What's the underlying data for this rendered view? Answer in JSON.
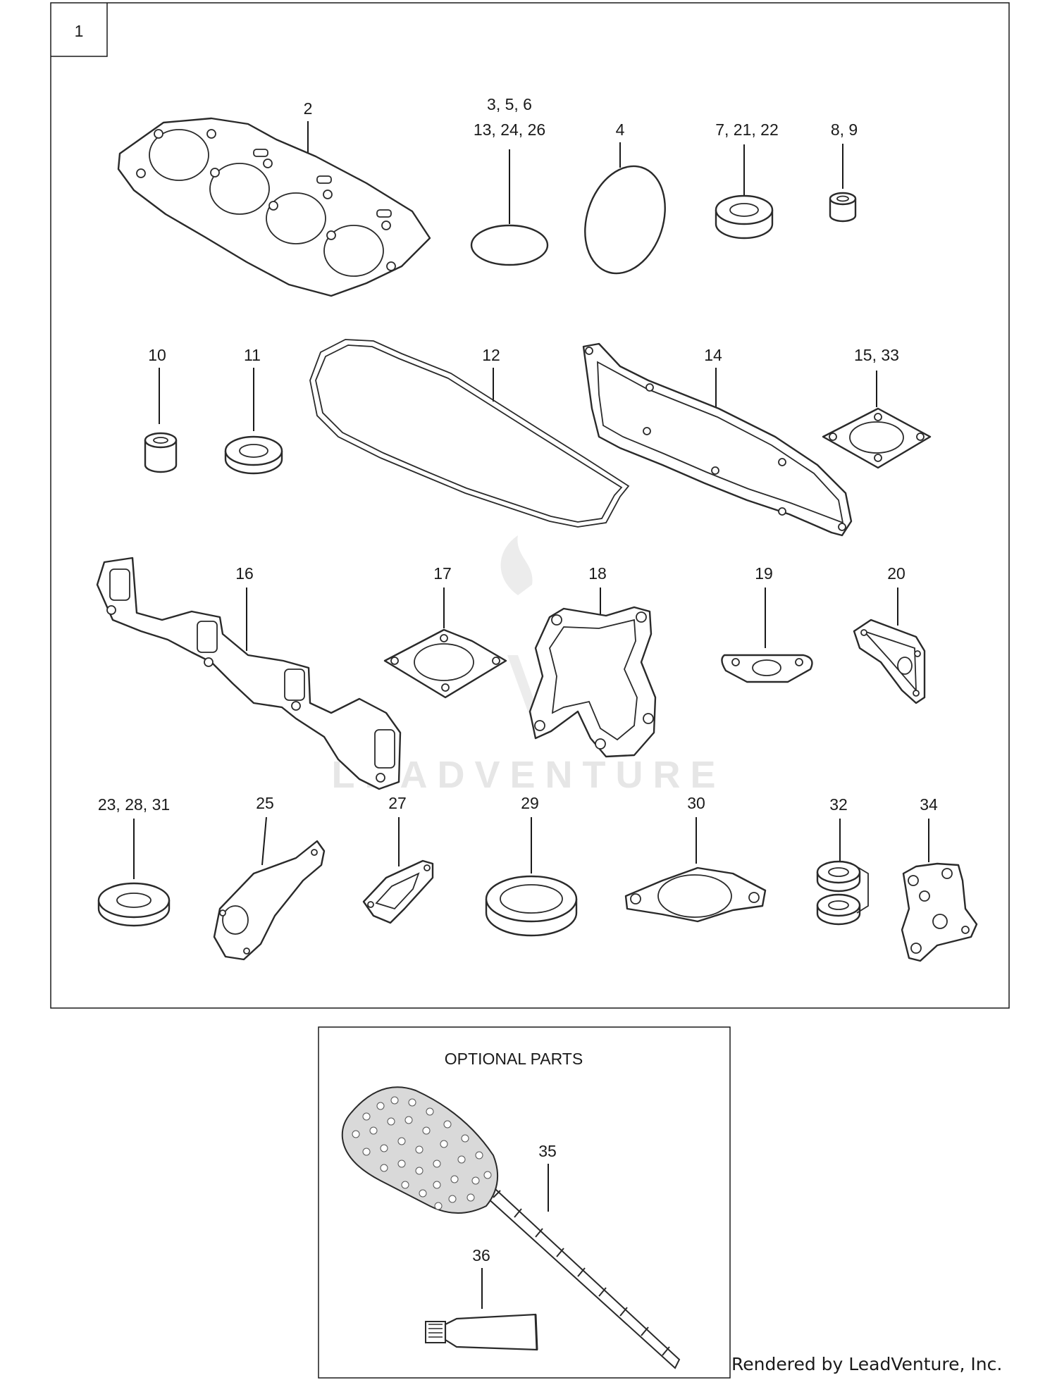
{
  "main_box_label": "1",
  "callouts": {
    "c2": "2",
    "c3_line1": "3,  5,  6",
    "c3_line2": "13, 24, 26",
    "c4": "4",
    "c7": "7,  21, 22",
    "c8": "8, 9",
    "c10": "10",
    "c11": "11",
    "c12": "12",
    "c14": "14",
    "c15": "15, 33",
    "c16": "16",
    "c17": "17",
    "c18": "18",
    "c19": "19",
    "c20": "20",
    "c23": "23,  28,  31",
    "c25": "25",
    "c27": "27",
    "c29": "29",
    "c30": "30",
    "c32": "32",
    "c34": "34",
    "c35": "35",
    "c36": "36"
  },
  "optional_title": "OPTIONAL  PARTS",
  "watermark": "LEADVENTURE",
  "footer": "Rendered by LeadVenture, Inc."
}
